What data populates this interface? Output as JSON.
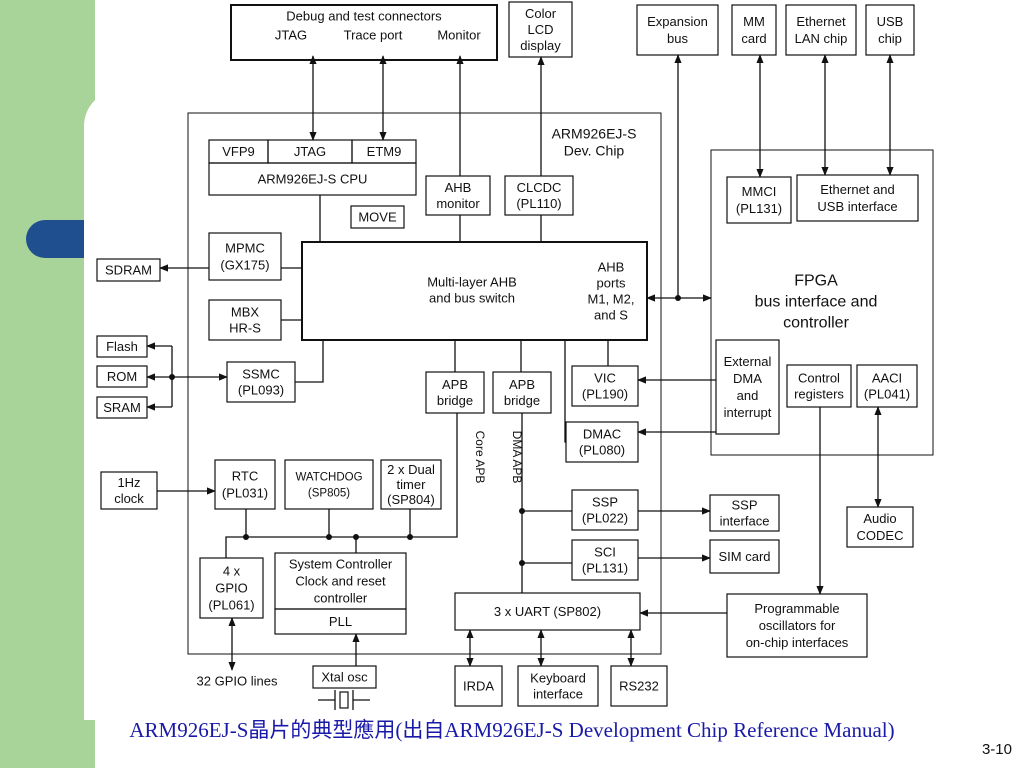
{
  "slide": {
    "caption": "ARM926EJ-S晶片的典型應用(出自ARM926EJ-S Development Chip Reference Manual)",
    "page_number": "3-10",
    "colors": {
      "sidebar": "#a8d49a",
      "tab": "#1f4f8f",
      "caption": "#1a1aa8"
    }
  },
  "diagram": {
    "chip_label": [
      "ARM926EJ-S",
      "Dev. Chip"
    ],
    "fpga_label": [
      "FPGA",
      "bus interface and",
      "controller"
    ],
    "debug_title": "Debug and test connectors",
    "debug_items": [
      "JTAG",
      "Trace port",
      "Monitor"
    ],
    "color_lcd": [
      "Color",
      "LCD",
      "display"
    ],
    "expansion_bus": [
      "Expansion",
      "bus"
    ],
    "mm_card": [
      "MM",
      "card"
    ],
    "ethernet_lan": [
      "Ethernet",
      "LAN chip"
    ],
    "usb_chip": [
      "USB",
      "chip"
    ],
    "vfp9": "VFP9",
    "jtag": "JTAG",
    "etm9": "ETM9",
    "cpu": "ARM926EJ-S CPU",
    "move": "MOVE",
    "ahb_monitor": [
      "AHB",
      "monitor"
    ],
    "clcdc": [
      "CLCDC",
      "(PL110)"
    ],
    "mmci": [
      "MMCI",
      "(PL131)"
    ],
    "eth_usb_if": [
      "Ethernet and",
      "USB interface"
    ],
    "sdram": "SDRAM",
    "mpmc": [
      "MPMC",
      "(GX175)"
    ],
    "mbx": [
      "MBX",
      "HR-S"
    ],
    "bus_switch": [
      "Multi-layer AHB",
      "and bus switch"
    ],
    "ahb_ports": [
      "AHB",
      "ports",
      "M1, M2,",
      "and S"
    ],
    "flash": "Flash",
    "rom": "ROM",
    "sram": "SRAM",
    "ssmc": [
      "SSMC",
      "(PL093)"
    ],
    "apb_bridge_core": [
      "APB",
      "bridge"
    ],
    "apb_bridge_dma": [
      "APB",
      "bridge"
    ],
    "core_apb": "Core APB",
    "dma_apb": "DMA APB",
    "vic": [
      "VIC",
      "(PL190)"
    ],
    "ext_dma": [
      "External",
      "DMA",
      "and",
      "interrupt"
    ],
    "control_regs": [
      "Control",
      "registers"
    ],
    "aaci": [
      "AACI",
      "(PL041)"
    ],
    "dmac": [
      "DMAC",
      "(PL080)"
    ],
    "clock_1hz": [
      "1Hz",
      "clock"
    ],
    "rtc": [
      "RTC",
      "(PL031)"
    ],
    "watchdog": [
      "WATCHDOG",
      "(SP805)"
    ],
    "dual_timer": [
      "2 x Dual",
      "timer",
      "(SP804)"
    ],
    "ssp": [
      "SSP",
      "(PL022)"
    ],
    "ssp_interface": [
      "SSP",
      "interface"
    ],
    "audio_codec": [
      "Audio",
      "CODEC"
    ],
    "gpio": [
      "4 x",
      "GPIO",
      "(PL061)"
    ],
    "sys_controller": [
      "System Controller",
      "Clock and reset",
      "controller"
    ],
    "pll": "PLL",
    "sci": [
      "SCI",
      "(PL131)"
    ],
    "sim_card": "SIM card",
    "uart": "3 x UART (SP802)",
    "prog_osc": [
      "Programmable",
      "oscillators for",
      "on-chip interfaces"
    ],
    "gpio_lines": "32 GPIO lines",
    "xtal_osc": "Xtal osc",
    "irda": "IRDA",
    "keyboard": [
      "Keyboard",
      "interface"
    ],
    "rs232": "RS232"
  }
}
